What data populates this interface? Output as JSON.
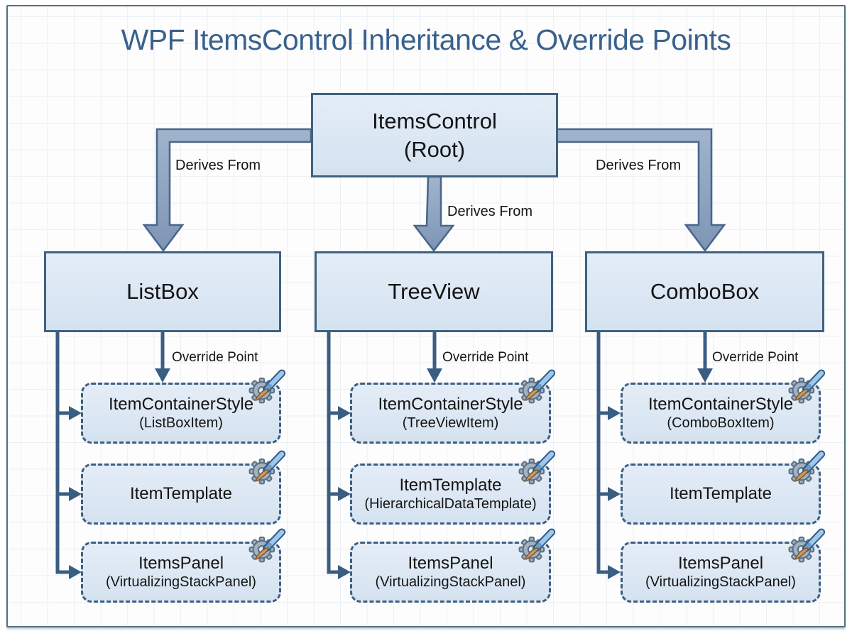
{
  "title": "WPF ItemsControl Inheritance & Override Points",
  "root": {
    "line1": "ItemsControl",
    "line2": "(Root)"
  },
  "labels": {
    "derives_from": "Derives From",
    "override_point": "Override Point"
  },
  "columns": [
    {
      "name": "ListBox",
      "overrides": [
        {
          "title": "ItemContainerStyle",
          "sub": "(ListBoxItem)"
        },
        {
          "title": "ItemTemplate",
          "sub": ""
        },
        {
          "title": "ItemsPanel",
          "sub": "(VirtualizingStackPanel)"
        }
      ]
    },
    {
      "name": "TreeView",
      "overrides": [
        {
          "title": "ItemContainerStyle",
          "sub": "(TreeViewItem)"
        },
        {
          "title": "ItemTemplate",
          "sub": "(HierarchicalDataTemplate)"
        },
        {
          "title": "ItemsPanel",
          "sub": "(VirtualizingStackPanel)"
        }
      ]
    },
    {
      "name": "ComboBox",
      "overrides": [
        {
          "title": "ItemContainerStyle",
          "sub": "(ComboBoxItem)"
        },
        {
          "title": "ItemTemplate",
          "sub": ""
        },
        {
          "title": "ItemsPanel",
          "sub": "(VirtualizingStackPanel)"
        }
      ]
    }
  ],
  "icons": {
    "override_decoration": "gear-brush-icon"
  },
  "theme": {
    "background": "#fdfdfe",
    "grid_line": "#edf0f4",
    "frame_border": "#54727f",
    "title_color": "#39618c",
    "text_color": "#141414",
    "node_border": "#40617f",
    "arrow_border": "#4a678a",
    "connector": "#3a5d82",
    "dashed_border": "#3c5e80"
  }
}
